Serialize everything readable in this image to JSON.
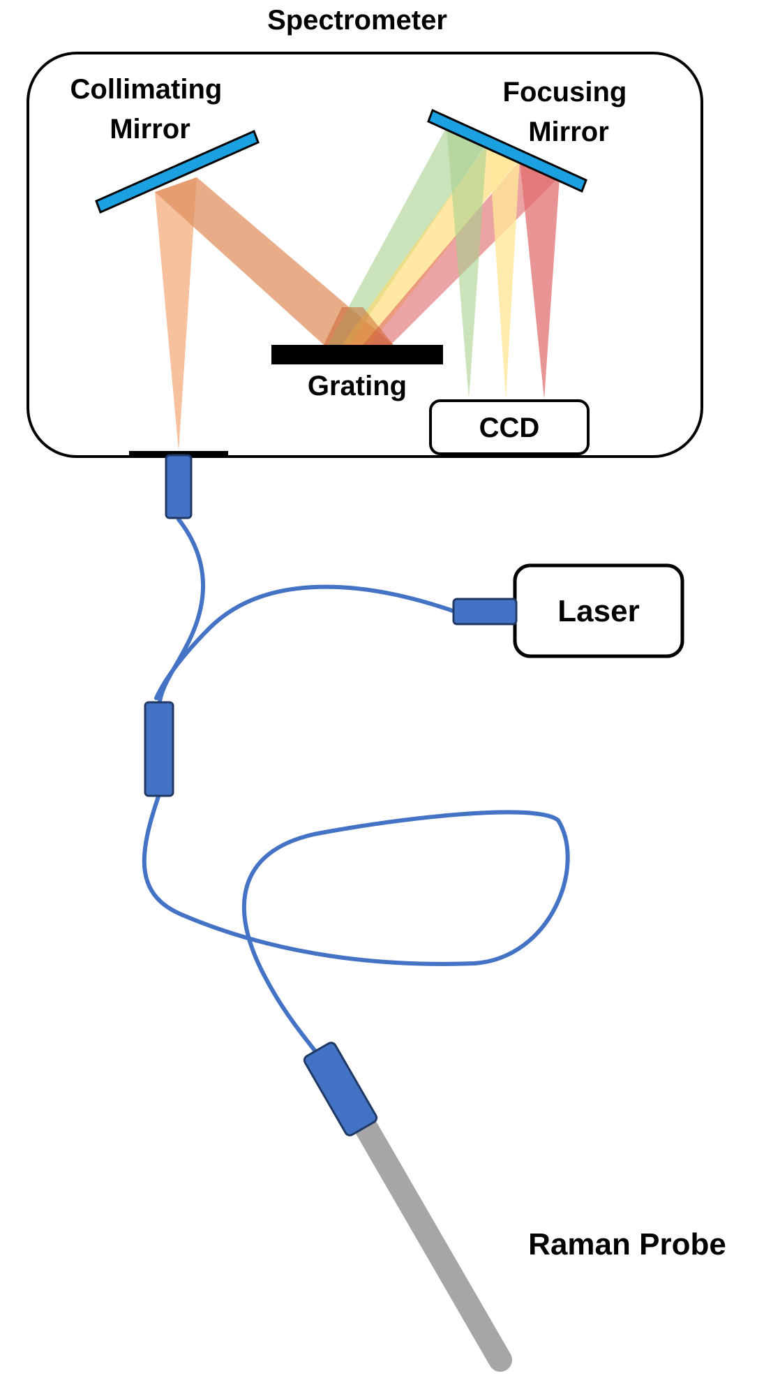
{
  "title": "Spectrometer",
  "labels": {
    "collimating_mirror": [
      "Collimating",
      "Mirror"
    ],
    "focusing_mirror": [
      "Focusing",
      "Mirror"
    ],
    "grating": "Grating",
    "ccd": "CCD",
    "laser": "Laser",
    "raman_probe": "Raman Probe"
  },
  "colors": {
    "outline": "#000000",
    "mirror_fill": "#1BA1E2",
    "fiber": "#4472C4",
    "connector_border": "#1F3864",
    "probe": "#A6A6A6",
    "beam_orange": "#F4B183",
    "beam_orange_dark": "#E07B39",
    "beam_green": "#A9D18E",
    "beam_yellow": "#FFE699",
    "beam_red": "#E06666"
  }
}
